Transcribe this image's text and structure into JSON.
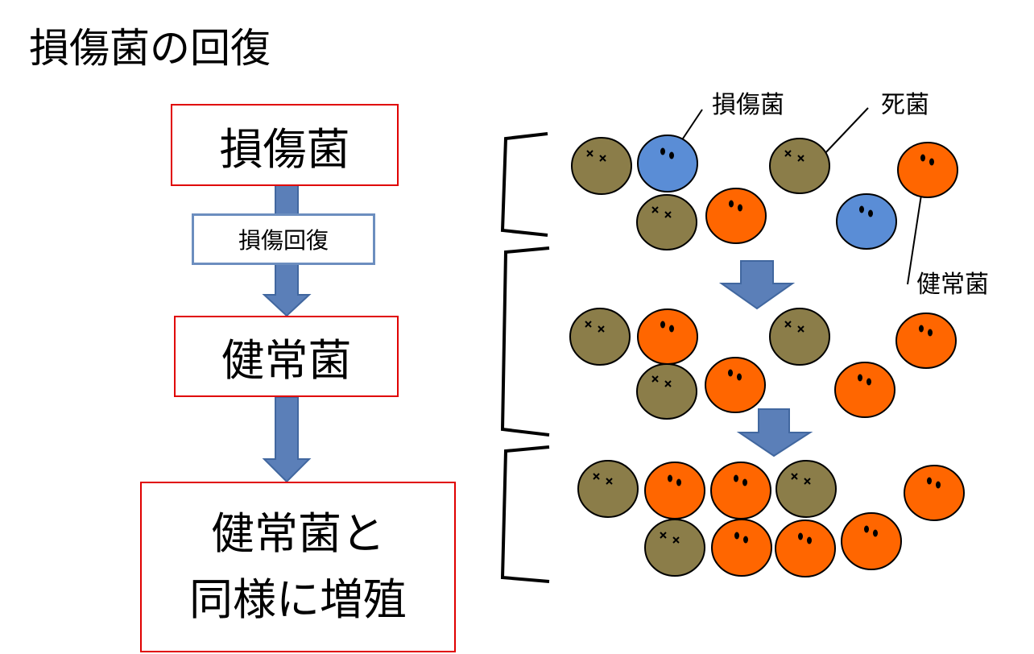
{
  "title": "損傷菌の回復",
  "flow": {
    "box1": "損傷菌",
    "recovery": "損傷回復",
    "box2": "健常菌",
    "box3": "健常菌と\n同様に増殖"
  },
  "labels": {
    "injured": "損傷菌",
    "dead": "死菌",
    "healthy": "健常菌"
  },
  "colors": {
    "dead": "#8b7d49",
    "injured": "#5a8dd6",
    "healthy": "#ff6600",
    "arrow": "#5b7fb8",
    "box_border": "#e00000",
    "recovery_border": "#6c8ebf"
  },
  "stages": [
    {
      "dead": 3,
      "injured": 2,
      "healthy": 2
    },
    {
      "dead": 3,
      "injured": 0,
      "healthy": 4
    },
    {
      "dead": 3,
      "injured": 0,
      "healthy": 6
    }
  ]
}
